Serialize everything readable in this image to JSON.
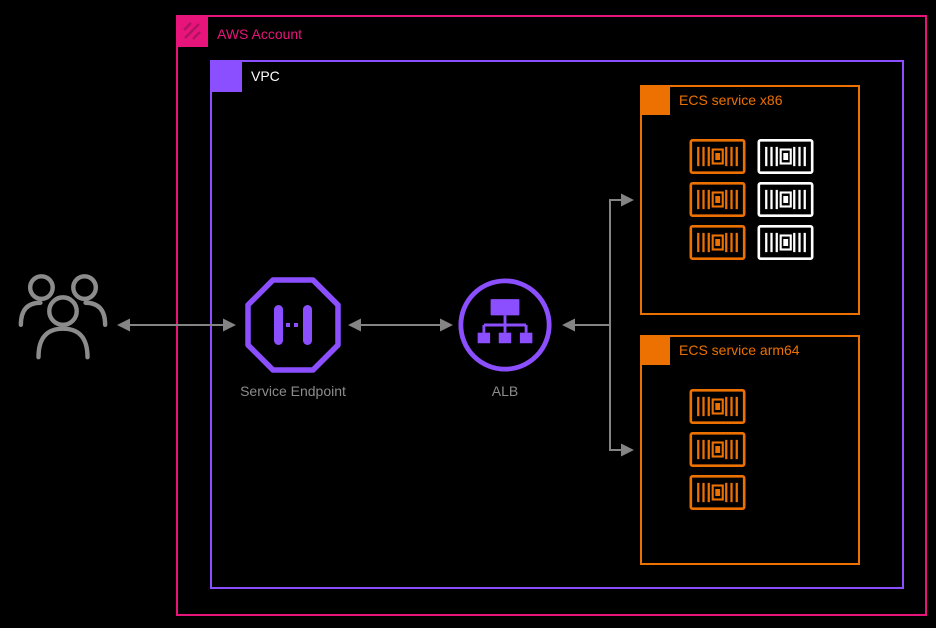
{
  "groups": {
    "aws_account": {
      "label": "AWS Account"
    },
    "vpc": {
      "label": "VPC"
    },
    "ecs_x86": {
      "label": "ECS service x86",
      "container_rows": [
        [
          "orange",
          "white"
        ],
        [
          "orange",
          "white"
        ],
        [
          "orange",
          "white"
        ]
      ]
    },
    "ecs_arm64": {
      "label": "ECS service arm64",
      "container_rows": [
        [
          "orange"
        ],
        [
          "orange"
        ],
        [
          "orange"
        ]
      ]
    }
  },
  "nodes": {
    "service_endpoint": {
      "label": "Service Endpoint"
    },
    "alb": {
      "label": "ALB"
    }
  },
  "icons": {
    "aws_account": "aws-account-badge-icon",
    "vpc": "vpc-badge-icon",
    "ecs": "ecs-service-badge-icon",
    "users": "users-icon",
    "service_endpoint": "endpoint-octagon-icon",
    "alb": "load-balancer-icon",
    "container": "container-icon"
  },
  "colors": {
    "pink": "#E7157B",
    "pink_dark": "#B0135F",
    "purple": "#8C4FFF",
    "orange": "#ED7100",
    "gray": "#8C8C8C",
    "arrow": "#848484",
    "white": "#FFFFFF",
    "background": "#000000"
  }
}
